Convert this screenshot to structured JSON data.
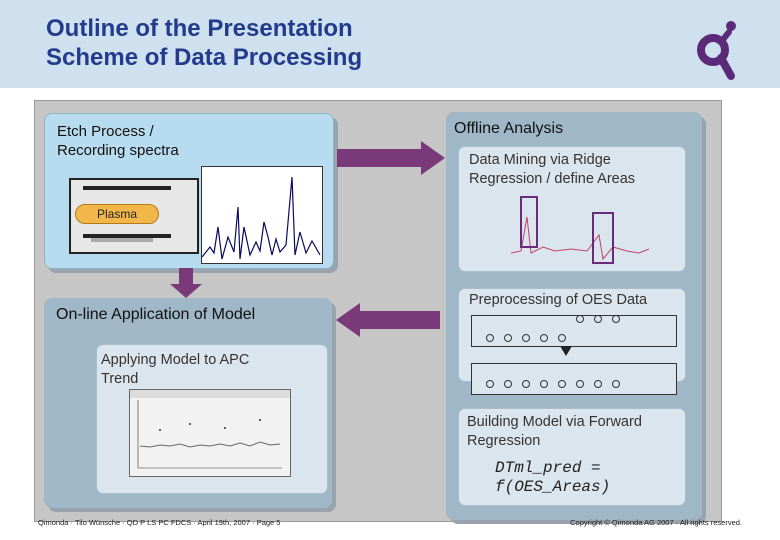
{
  "header": {
    "title_line1": "Outline of the Presentation",
    "title_line2": "Scheme of Data Processing"
  },
  "etch": {
    "label_line1": "Etch Process /",
    "label_line2": "Recording spectra",
    "plasma_label": "Plasma"
  },
  "offline": {
    "label": "Offline Analysis",
    "data_mining_line1": "Data Mining via Ridge",
    "data_mining_line2": "Regression / define Areas",
    "preprocessing": "Preprocessing of OES Data",
    "building_line1": "Building Model via Forward",
    "building_line2": "Regression",
    "formula_line1": "DTml_pred =",
    "formula_line2": "f(OES_Areas)"
  },
  "online": {
    "title": "On-line Application of Model",
    "apply_line1": "Applying Model to APC",
    "apply_line2": "Trend"
  },
  "footer": {
    "left": "Qimonda · Tilo Wünsche · QD P LS PC FDCS · April 19th, 2007 · Page 5",
    "right": "Copyright © Qimonda AG 2007 · All rights reserved."
  },
  "colors": {
    "title": "#223b8c",
    "brand": "#5b2b7a",
    "panel_blue": "#9fb7c7",
    "etch_panel": "#b7dcef",
    "arrow": "#7a3a7a"
  }
}
